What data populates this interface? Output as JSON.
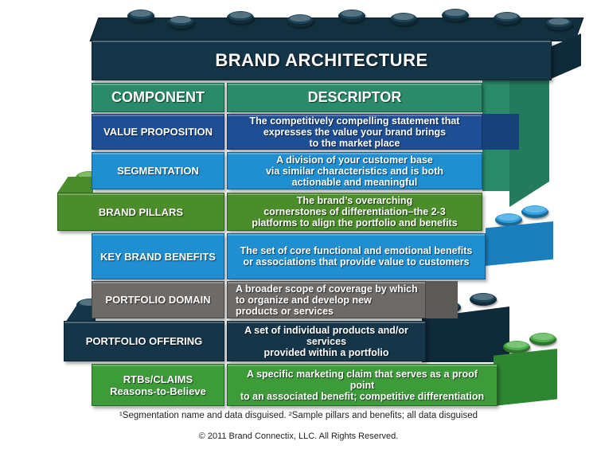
{
  "title": "BRAND ARCHITECTURE",
  "headers": {
    "component": "COMPONENT",
    "descriptor": "DESCRIPTOR"
  },
  "rows": [
    {
      "component": "VALUE PROPOSITION",
      "descriptor": "The competitively compelling statement that\nexpresses the value your brand brings\nto the market place",
      "color": "#1e4f95"
    },
    {
      "component": "SEGMENTATION",
      "descriptor": "A division of your customer base\nvia similar characteristics and is both\nactionable and meaningful",
      "color": "#1f8fd2"
    },
    {
      "component": "BRAND PILLARS",
      "descriptor": "The brand’s overarching\ncornerstones of differentiation–the 2-3\nplatforms to align the portfolio and benefits",
      "color": "#4a8d2a"
    },
    {
      "component": "KEY BRAND BENEFITS",
      "descriptor": "The set of core functional and emotional benefits\nor associations that provide value to customers",
      "color": "#1f8fd2"
    },
    {
      "component": "PORTFOLIO DOMAIN",
      "descriptor": "A broader scope of coverage by which\nto organize and develop new\nproducts or services",
      "color": "#6d6a68"
    },
    {
      "component": "PORTFOLIO OFFERING",
      "descriptor": "A set of individual products and/or services\nprovided within a portfolio",
      "color": "#153548"
    },
    {
      "component": "RTBs/CLAIMS\nReasons-to-Believe",
      "descriptor": "A specific marketing claim that serves as a proof point\nto an associated benefit; competitive differentiation",
      "color": "#3d9b3a"
    }
  ],
  "footnote": "¹Segmentation name and data disguised.  ²Sample pillars and benefits; all data disguised",
  "copyright": "© 2011 Brand Connectix, LLC.  All Rights Reserved.",
  "colors": {
    "navy": "#153548",
    "dark_blue": "#1e4f95",
    "light_blue": "#1f8fd2",
    "green": "#4a8d2a",
    "bright_green": "#3d9b3a",
    "teal_green": "#2a8a6a",
    "gray": "#6d6a68"
  }
}
